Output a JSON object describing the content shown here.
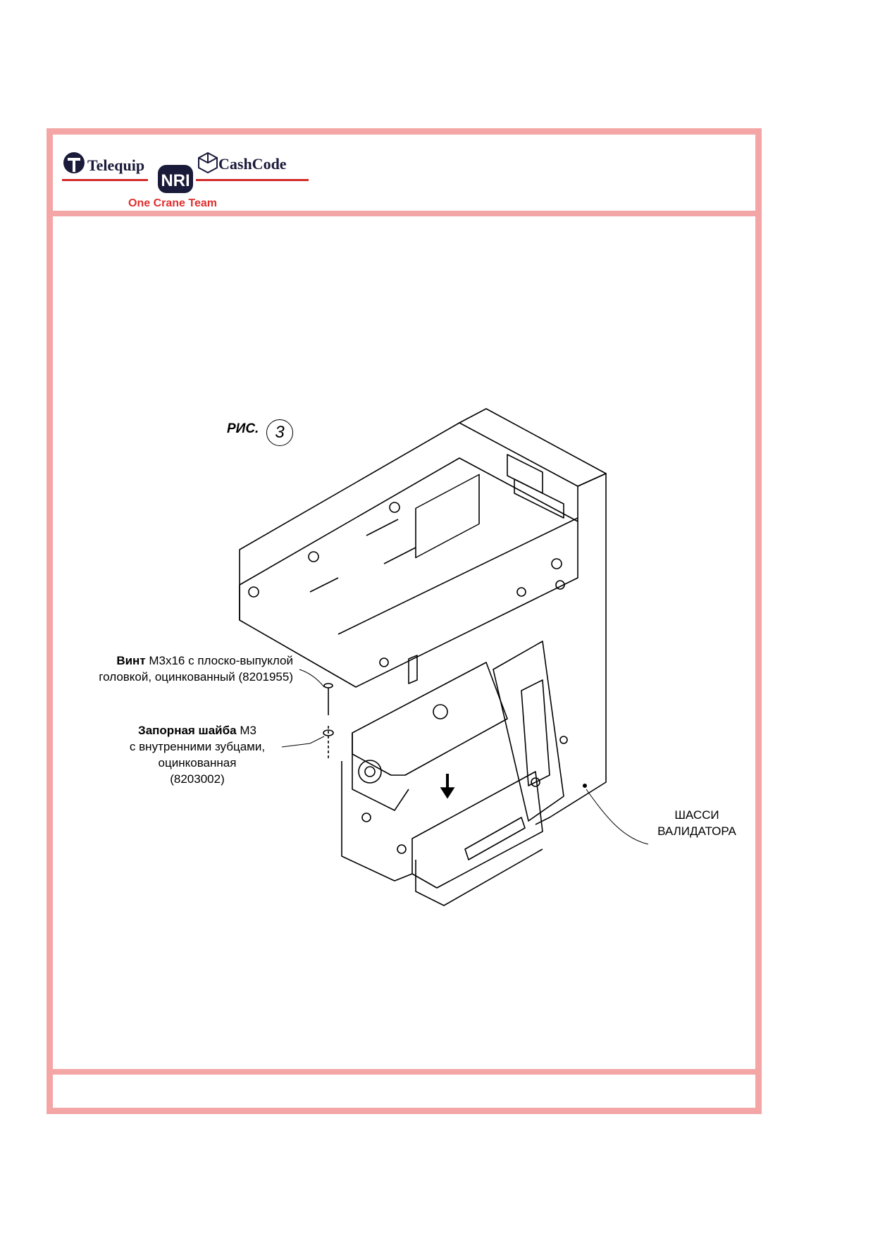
{
  "header": {
    "logo_telequip": "Telequip",
    "logo_nri": "NRI",
    "logo_cashcode": "CashCode",
    "tagline": "One Crane Team"
  },
  "figure": {
    "label": "РИС.",
    "number": "3"
  },
  "callouts": {
    "screw_bold": "Винт",
    "screw_text_1": " M3x16 с плоско-выпуклой",
    "screw_text_2": "головкой, оцинкованный (8201955)",
    "washer_bold": "Запорная шайба",
    "washer_text_1": " M3",
    "washer_text_2": "с внутренними зубцами,",
    "washer_text_3": "оцинкованная",
    "washer_text_4": "(8203002)",
    "chassis_1": "ШАССИ",
    "chassis_2": "ВАЛИДАТОРА"
  },
  "colors": {
    "frame": "#f4a6a6",
    "logo_red": "#d32a2a",
    "tagline": "#e03030"
  }
}
